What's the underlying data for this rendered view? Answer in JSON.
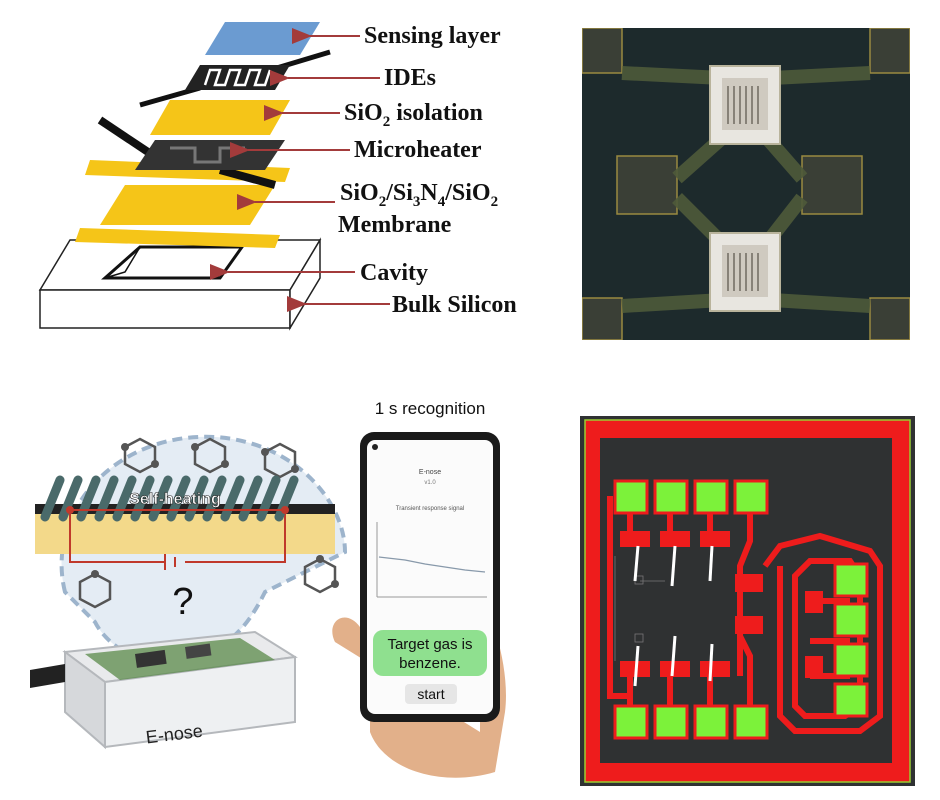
{
  "figure": {
    "layers": {
      "sensing_layer": "Sensing layer",
      "ides": "IDEs",
      "sio2_isolation_prefix": "SiO",
      "sio2_isolation_sub": "2",
      "sio2_isolation_suffix": " isolation",
      "microheater": "Microheater",
      "membrane_line1_parts": [
        "SiO",
        "2",
        "/Si",
        "3",
        "N",
        "4",
        "/SiO",
        "2"
      ],
      "membrane_line2": "Membrane",
      "cavity": "Cavity",
      "bulk_silicon": "Bulk Silicon"
    },
    "enose": {
      "self_heating": "Self-heating",
      "question_mark": "?",
      "device_label": "E-nose",
      "recognition_caption": "1 s recognition",
      "phone_app_title": "E-nose",
      "phone_app_subtitle": "v1.0",
      "phone_chart_title": "Transient response signal",
      "result_line1": "Target gas is",
      "result_line2": "benzene.",
      "start_button": "start"
    },
    "colors": {
      "sensing_layer": "#6b9bd1",
      "isolation": "#f5c518",
      "arrow": "#a33b3b",
      "pcb_copper": "#ee1c1c",
      "pcb_pad": "#7cf23a",
      "pcb_board": "#2f3132",
      "result_bubble": "#8fe08f"
    }
  }
}
